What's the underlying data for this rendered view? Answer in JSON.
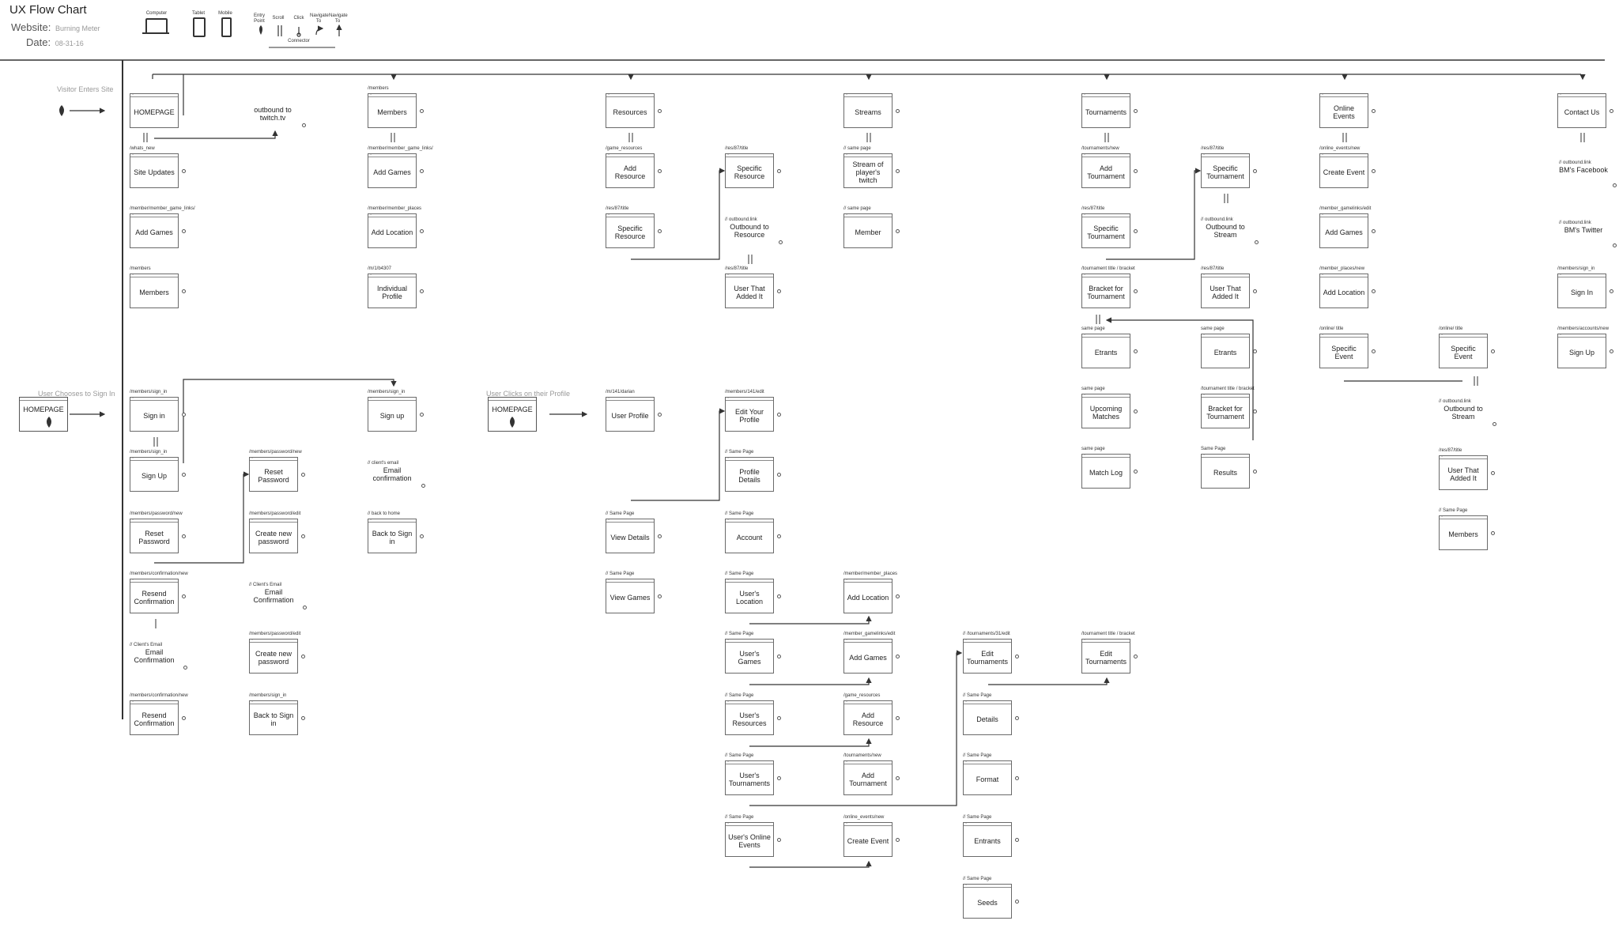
{
  "header": {
    "title": "UX Flow Chart",
    "website_label": "Website:",
    "website_value": "Burning Meter",
    "date_label": "Date:",
    "date_value": "08-31-16"
  },
  "legend": {
    "devices": [
      "Computer",
      "Tablet",
      "Mobile"
    ],
    "connectors": [
      "Entry Point",
      "Scroll",
      "Click",
      "Navigate To",
      "Navigate To"
    ],
    "connector_caption": "Connector"
  },
  "lanes": {
    "visitor_enters": "Visitor Enters Site",
    "user_sign_in": "User Chooses to Sign In",
    "user_profile": "User Clicks on their Profile",
    "homepage_label": "HOMEPAGE"
  },
  "nodes": [
    {
      "id": "home",
      "label": "HOMEPAGE",
      "url": "",
      "kind": "box"
    },
    {
      "id": "twitch",
      "label": "outbound to twitch.tv",
      "url": "",
      "kind": "free"
    },
    {
      "id": "site_updates",
      "label": "Site Updates",
      "url": "/whats_new",
      "kind": "box"
    },
    {
      "id": "hp_add_games",
      "label": "Add Games",
      "url": "/member/member_game_links/",
      "kind": "box"
    },
    {
      "id": "hp_members",
      "label": "Members",
      "url": "/members",
      "kind": "box"
    },
    {
      "id": "members",
      "label": "Members",
      "url": "/members",
      "kind": "box"
    },
    {
      "id": "m_add_games",
      "label": "Add Games",
      "url": "/member/member_game_links/",
      "kind": "box"
    },
    {
      "id": "m_add_location",
      "label": "Add Location",
      "url": "/member/member_places",
      "kind": "box"
    },
    {
      "id": "m_indiv",
      "label": "Individual Profile",
      "url": "/m/1/b4307",
      "kind": "box"
    },
    {
      "id": "resources",
      "label": "Resources",
      "url": "",
      "kind": "box"
    },
    {
      "id": "r_add",
      "label": "Add Resource",
      "url": "/game_resources",
      "kind": "box"
    },
    {
      "id": "r_specific",
      "label": "Specific Resource",
      "url": "/res/87/title",
      "kind": "box"
    },
    {
      "id": "r_specific2",
      "label": "Specific Resource",
      "url": "/res/87/title",
      "kind": "box"
    },
    {
      "id": "r_outbound",
      "label": "Outbound to Resource",
      "url": "// outbound.link",
      "kind": "free"
    },
    {
      "id": "r_user",
      "label": "User That Added It",
      "url": "/res/87/title",
      "kind": "box"
    },
    {
      "id": "streams",
      "label": "Streams",
      "url": "",
      "kind": "box"
    },
    {
      "id": "s_stream",
      "label": "Stream of player's twitch",
      "url": "// same page",
      "kind": "box"
    },
    {
      "id": "s_member",
      "label": "Member",
      "url": "// same page",
      "kind": "box"
    },
    {
      "id": "tournaments",
      "label": "Tournaments",
      "url": "",
      "kind": "box"
    },
    {
      "id": "t_add",
      "label": "Add Tournament",
      "url": "/tournaments/new",
      "kind": "box"
    },
    {
      "id": "t_specific",
      "label": "Specific Tournament",
      "url": "/res/87/title",
      "kind": "box"
    },
    {
      "id": "t_bracket",
      "label": "Bracket for Tournament",
      "url": "/tournament title / bracket",
      "kind": "box"
    },
    {
      "id": "t_etrants",
      "label": "Etrants",
      "url": "same page",
      "kind": "box"
    },
    {
      "id": "t_upcoming",
      "label": "Upcoming Matches",
      "url": "same page",
      "kind": "box"
    },
    {
      "id": "t_matchlog",
      "label": "Match Log",
      "url": "same page",
      "kind": "box"
    },
    {
      "id": "t2_specific",
      "label": "Specific Tournament",
      "url": "/res/87/title",
      "kind": "box"
    },
    {
      "id": "t2_outbound",
      "label": "Outbound to Stream",
      "url": "// outbound.link",
      "kind": "free"
    },
    {
      "id": "t2_user",
      "label": "User That Added It",
      "url": "/res/87/title",
      "kind": "box"
    },
    {
      "id": "t2_etrants",
      "label": "Etrants",
      "url": "same page",
      "kind": "box"
    },
    {
      "id": "t2_bracket",
      "label": "Bracket for Tournament",
      "url": "/tournament title / bracket",
      "kind": "box"
    },
    {
      "id": "t2_results",
      "label": "Results",
      "url": "Same Page",
      "kind": "box"
    },
    {
      "id": "online",
      "label": "Online Events",
      "url": "",
      "kind": "box"
    },
    {
      "id": "o_create",
      "label": "Create Event",
      "url": "/online_events/new",
      "kind": "box"
    },
    {
      "id": "o_add_games",
      "label": "Add Games",
      "url": "/member_gamelinks/edit",
      "kind": "box"
    },
    {
      "id": "o_add_location",
      "label": "Add Location",
      "url": "/member_places/new",
      "kind": "box"
    },
    {
      "id": "o_specific",
      "label": "Specific Event",
      "url": "/online/ title",
      "kind": "box"
    },
    {
      "id": "o2_specific",
      "label": "Specific Event",
      "url": "/online/ title",
      "kind": "box"
    },
    {
      "id": "o2_outbound",
      "label": "Outbound to Stream",
      "url": "// outbound.link",
      "kind": "free"
    },
    {
      "id": "o2_user",
      "label": "User That Added It",
      "url": "/res/87/title",
      "kind": "box"
    },
    {
      "id": "o2_members",
      "label": "Members",
      "url": "// Same Page",
      "kind": "box"
    },
    {
      "id": "contact",
      "label": "Contact Us",
      "url": "",
      "kind": "box"
    },
    {
      "id": "c_fb",
      "label": "BM's Facebook",
      "url": "// outbound.link",
      "kind": "free"
    },
    {
      "id": "c_tw",
      "label": "BM's Twitter",
      "url": "// outbound.link",
      "kind": "free"
    },
    {
      "id": "c_signin",
      "label": "Sign In",
      "url": "/members/sign_in",
      "kind": "box"
    },
    {
      "id": "c_signup",
      "label": "Sign Up",
      "url": "/members/accounts/new",
      "kind": "box"
    },
    {
      "id": "si_signin",
      "label": "Sign in",
      "url": "/members/sign_in",
      "kind": "box"
    },
    {
      "id": "si_signup",
      "label": "Sign Up",
      "url": "/members/sign_in",
      "kind": "box"
    },
    {
      "id": "si_reset",
      "label": "Reset Password",
      "url": "/members/password/new",
      "kind": "box"
    },
    {
      "id": "si_resend",
      "label": "Resend Confirmation",
      "url": "/members/confirmation/new",
      "kind": "box"
    },
    {
      "id": "si_email",
      "label": "Email Confirmation",
      "url": "// Client's Email",
      "kind": "free"
    },
    {
      "id": "si_resend2",
      "label": "Resend Confirmation",
      "url": "/members/confirmation/new",
      "kind": "box"
    },
    {
      "id": "pw_reset",
      "label": "Reset Password",
      "url": "/members/password/new",
      "kind": "box"
    },
    {
      "id": "pw_create",
      "label": "Create new password",
      "url": "/members/password/edit",
      "kind": "box"
    },
    {
      "id": "pw_email",
      "label": "Email Confirmation",
      "url": "// Client's Email",
      "kind": "free"
    },
    {
      "id": "pw_create2",
      "label": "Create new password",
      "url": "/members/password/edit",
      "kind": "box"
    },
    {
      "id": "pw_back",
      "label": "Back to Sign in",
      "url": "/members/sign_in",
      "kind": "box"
    },
    {
      "id": "su_signup",
      "label": "Sign up",
      "url": "/members/sign_in",
      "kind": "box"
    },
    {
      "id": "su_email",
      "label": "Email confirmation",
      "url": "// client's email",
      "kind": "free"
    },
    {
      "id": "su_back",
      "label": "Back to Sign in",
      "url": "// back to home",
      "kind": "box"
    },
    {
      "id": "p_profile",
      "label": "User Profile",
      "url": "/m/141/darian",
      "kind": "box"
    },
    {
      "id": "p_edit",
      "label": "Edit Your Profile",
      "url": "/members/141/edit",
      "kind": "box"
    },
    {
      "id": "p_view_details",
      "label": "View Details",
      "url": "// Same Page",
      "kind": "box"
    },
    {
      "id": "p_view_games",
      "label": "View Games",
      "url": "// Same Page",
      "kind": "box"
    },
    {
      "id": "e_edit",
      "label": "Edit Your Profile",
      "url": "/members/141/edit",
      "kind": "box"
    },
    {
      "id": "e_details",
      "label": "Profile Details",
      "url": "// Same Page",
      "kind": "box"
    },
    {
      "id": "e_account",
      "label": "Account",
      "url": "// Same Page",
      "kind": "box"
    },
    {
      "id": "e_location",
      "label": "User's Location",
      "url": "// Same Page",
      "kind": "box"
    },
    {
      "id": "e_games",
      "label": "User's Games",
      "url": "// Same Page",
      "kind": "box"
    },
    {
      "id": "e_resources",
      "label": "User's Resources",
      "url": "// Same Page",
      "kind": "box"
    },
    {
      "id": "e_tournaments",
      "label": "User's Tournaments",
      "url": "// Same Page",
      "kind": "box"
    },
    {
      "id": "e_online",
      "label": "User's Online Events",
      "url": "// Same Page",
      "kind": "box"
    },
    {
      "id": "x_location",
      "label": "Add Location",
      "url": "/member/member_places",
      "kind": "box"
    },
    {
      "id": "x_games",
      "label": "Add Games",
      "url": "/member_gamelinks/edit",
      "kind": "box"
    },
    {
      "id": "x_resource",
      "label": "Add Resource",
      "url": "/game_resources",
      "kind": "box"
    },
    {
      "id": "x_tournament",
      "label": "Add Tournament",
      "url": "/tournaments/new",
      "kind": "box"
    },
    {
      "id": "x_event",
      "label": "Create Event",
      "url": "/online_events/new",
      "kind": "box"
    },
    {
      "id": "y_edit",
      "label": "Edit Tournaments",
      "url": "// /tournaments/31/edit",
      "kind": "box"
    },
    {
      "id": "y_details",
      "label": "Details",
      "url": "// Same Page",
      "kind": "box"
    },
    {
      "id": "y_format",
      "label": "Format",
      "url": "// Same Page",
      "kind": "box"
    },
    {
      "id": "y_entrants",
      "label": "Entrants",
      "url": "// Same Page",
      "kind": "box"
    },
    {
      "id": "y_seeds",
      "label": "Seeds",
      "url": "// Same Page",
      "kind": "box"
    },
    {
      "id": "z_edit",
      "label": "Edit Tournaments",
      "url": "/tournament title / bracket",
      "kind": "box"
    }
  ]
}
